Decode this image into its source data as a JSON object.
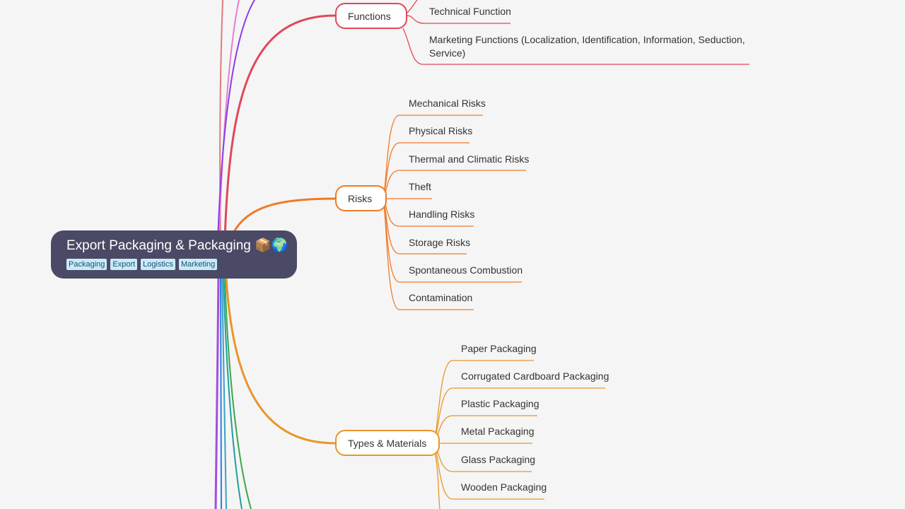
{
  "root": {
    "title": "Export Packaging & Packaging 📦🌍",
    "tags": [
      "Packaging",
      "Export",
      "Logistics",
      "Marketing"
    ]
  },
  "branches": {
    "functions": {
      "label": "Functions",
      "color": "#e0475a",
      "children": [
        "Technical Function",
        "Marketing Functions (Localization, Identification, Information, Seduction, Service)"
      ]
    },
    "risks": {
      "label": "Risks",
      "color": "#f07a25",
      "children": [
        "Mechanical Risks",
        "Physical Risks",
        "Thermal and Climatic Risks",
        "Theft",
        "Handling Risks",
        "Storage Risks",
        "Spontaneous Combustion",
        "Contamination"
      ]
    },
    "types": {
      "label": "Types & Materials",
      "color": "#e8962a",
      "children": [
        "Paper Packaging",
        "Corrugated Cardboard Packaging",
        "Plastic Packaging",
        "Metal Packaging",
        "Glass Packaging",
        "Wooden Packaging"
      ]
    }
  },
  "offscreen_branch_colors": [
    "#e07a7a",
    "#e57fd0",
    "#8a3ee8",
    "#a24de0",
    "#2c7fe0",
    "#3aa0c8",
    "#3aa84a",
    "#1fa0a0"
  ]
}
